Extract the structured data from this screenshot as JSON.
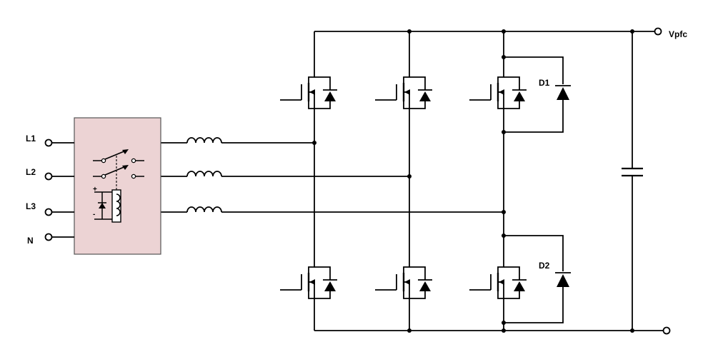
{
  "labels": {
    "vpfc": "Vpfc",
    "l1": "L1",
    "l2": "L2",
    "l3": "L3",
    "n": "N",
    "d1": "D1",
    "d2": "D2",
    "relay_plus": "+",
    "relay_minus": "-"
  },
  "colors": {
    "relay_box_fill": "#ecd3d4",
    "relay_box_stroke": "#555555",
    "wire": "#000000"
  }
}
